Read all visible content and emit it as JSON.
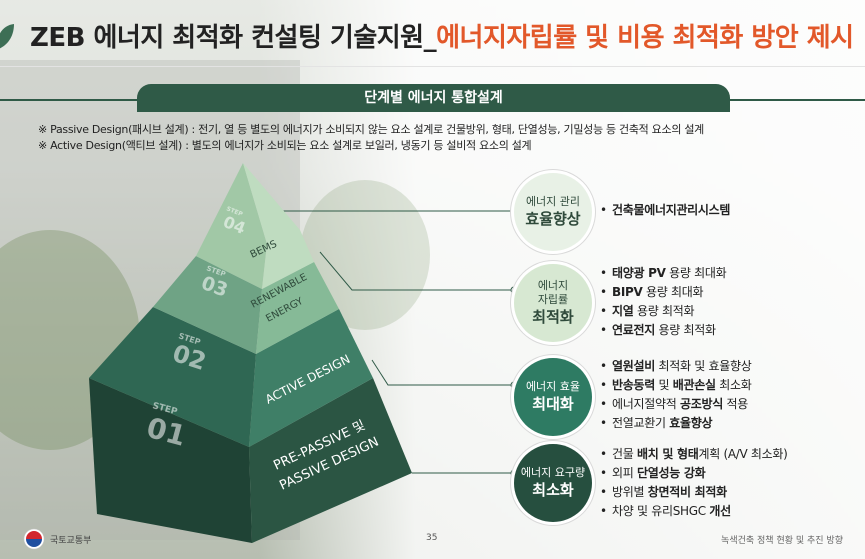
{
  "title": {
    "main": "ZEB 에너지 최적화 컨설팅 기술지원_",
    "highlight": "에너지자립률 및 비용 최적화 방안 제시"
  },
  "banner": {
    "label": "단계별 에너지 통합설계"
  },
  "notes": [
    "※ Passive Design(패시브 설계) : 전기, 열 등 별도의 에너지가 소비되지 않는 요소 설계로 건물방위, 형태, 단열성능, 기밀성능 등 건축적 요소의 설계",
    "※ Active Design(액티브 설계) : 별도의 에너지가 소비되는 요소 설계로 보일러, 냉동기 등 설비적 요소의 설계"
  ],
  "pyramid": {
    "step_word": "STEP",
    "levels": [
      {
        "num": "04",
        "label_lines": [
          "BEMS"
        ]
      },
      {
        "num": "03",
        "label_lines": [
          "RENEWABLE",
          "ENERGY"
        ]
      },
      {
        "num": "02",
        "label_lines": [
          "ACTIVE DESIGN"
        ]
      },
      {
        "num": "01",
        "label_lines": [
          "PRE-PASSIVE 및",
          "PASSIVE DESIGN"
        ]
      }
    ]
  },
  "goals": [
    {
      "top": "에너지 관리",
      "bottom": "효율향상"
    },
    {
      "top": "에너지",
      "top2": "자립률",
      "bottom": "최적화"
    },
    {
      "top": "에너지 효율",
      "bottom": "최대화"
    },
    {
      "top": "에너지 요구량",
      "bottom": "최소화"
    }
  ],
  "items": [
    [
      {
        "b": "건축물에너지관리시스템",
        "r": ""
      }
    ],
    [
      {
        "b": "태양광 PV",
        "r": " 용량 최대화"
      },
      {
        "b": "BIPV",
        "r": " 용량 최대화"
      },
      {
        "b": "지열",
        "r": " 용량 최적화"
      },
      {
        "b": "연료전지",
        "r": " 용량 최적화"
      }
    ],
    [
      {
        "parts": [
          {
            "b": "열원설비"
          },
          {
            "r": " 최적화 및 효율향상"
          }
        ]
      },
      {
        "parts": [
          {
            "b": "반송동력"
          },
          {
            "r": " 및 "
          },
          {
            "b": "배관손실"
          },
          {
            "r": " 최소화"
          }
        ]
      },
      {
        "parts": [
          {
            "r": "에너지절약적 "
          },
          {
            "b": "공조방식"
          },
          {
            "r": " 적용"
          }
        ]
      },
      {
        "parts": [
          {
            "r": "전열교환기 "
          },
          {
            "b": "효율향상"
          }
        ]
      }
    ],
    [
      {
        "parts": [
          {
            "r": "건물 "
          },
          {
            "b": "배치 및 형태"
          },
          {
            "r": "계획 (A/V 최소화)"
          }
        ]
      },
      {
        "parts": [
          {
            "r": "외피 "
          },
          {
            "b": "단열성능 강화"
          }
        ]
      },
      {
        "parts": [
          {
            "r": "방위별 "
          },
          {
            "b": "창면적비 최적화"
          }
        ]
      },
      {
        "parts": [
          {
            "r": "차양 및 유리SHGC "
          },
          {
            "b": "개선"
          }
        ]
      }
    ]
  ],
  "footer": {
    "org": "국토교통부",
    "page": "35",
    "doc": "녹색건축 정책 현황 및 추진 방향"
  },
  "colors": {
    "accent": "#e2582a",
    "banner": "#2f5a47",
    "level1": "#264f3f",
    "level2": "#3a7a63",
    "level3": "#7fb392",
    "level4": "#a9d0ad"
  }
}
